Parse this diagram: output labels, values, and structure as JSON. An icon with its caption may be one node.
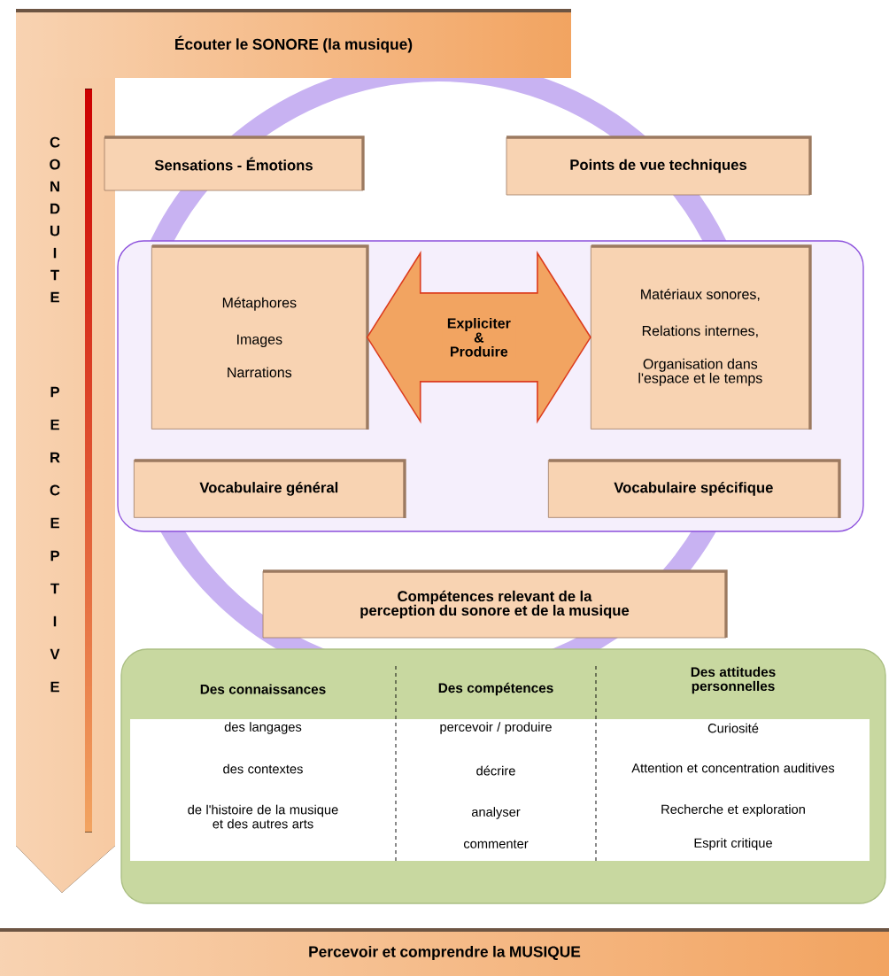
{
  "diagram": {
    "nodes": [
      {
        "text": [
          "Écouter le SONORE (la musique)"
        ]
      },
      {
        "text": [
          "Sensations - Émotions"
        ]
      },
      {
        "text": [
          "Points de vue techniques"
        ]
      },
      {
        "text": [],
        "shape": "box"
      },
      {
        "text": [
          "Métaphores",
          "Images",
          "Narrations"
        ],
        "in": 3
      },
      {
        "text": [
          "Matériaux sonores,",
          "Relations internes,",
          "Organisation dans l'espace et le temps"
        ],
        "in": 3
      },
      {
        "text": [
          "Vocabulaire général"
        ],
        "in": 3
      },
      {
        "text": [
          "Vocabulaire spécifique"
        ],
        "in": 3
      },
      {
        "text": [
          "Compétences relevant de la perception du sonore et de la musique"
        ]
      },
      {
        "text": [],
        "shape": "box"
      },
      {
        "text": [
          "Percevoir et comprendre la MUSIQUE"
        ]
      }
    ],
    "edges": [
      {
        "from": 4,
        "to": 5,
        "arrow": "both",
        "label": "Expliciter & Produire",
        "style": "thick"
      }
    ],
    "labels": [
      "CONDUITE",
      "PERCEPTIVE",
      "Des connaissances",
      "Des compétences",
      "Des attitudes personnelles",
      "des langages",
      "percevoir / produire",
      "Curiosité",
      "des contextes",
      "décrire",
      "Attention et concentration auditives",
      "de l'histoire de la musique et des autres arts",
      "analyser",
      "Recherche et exploration",
      "commenter",
      "Esprit critique"
    ]
  }
}
